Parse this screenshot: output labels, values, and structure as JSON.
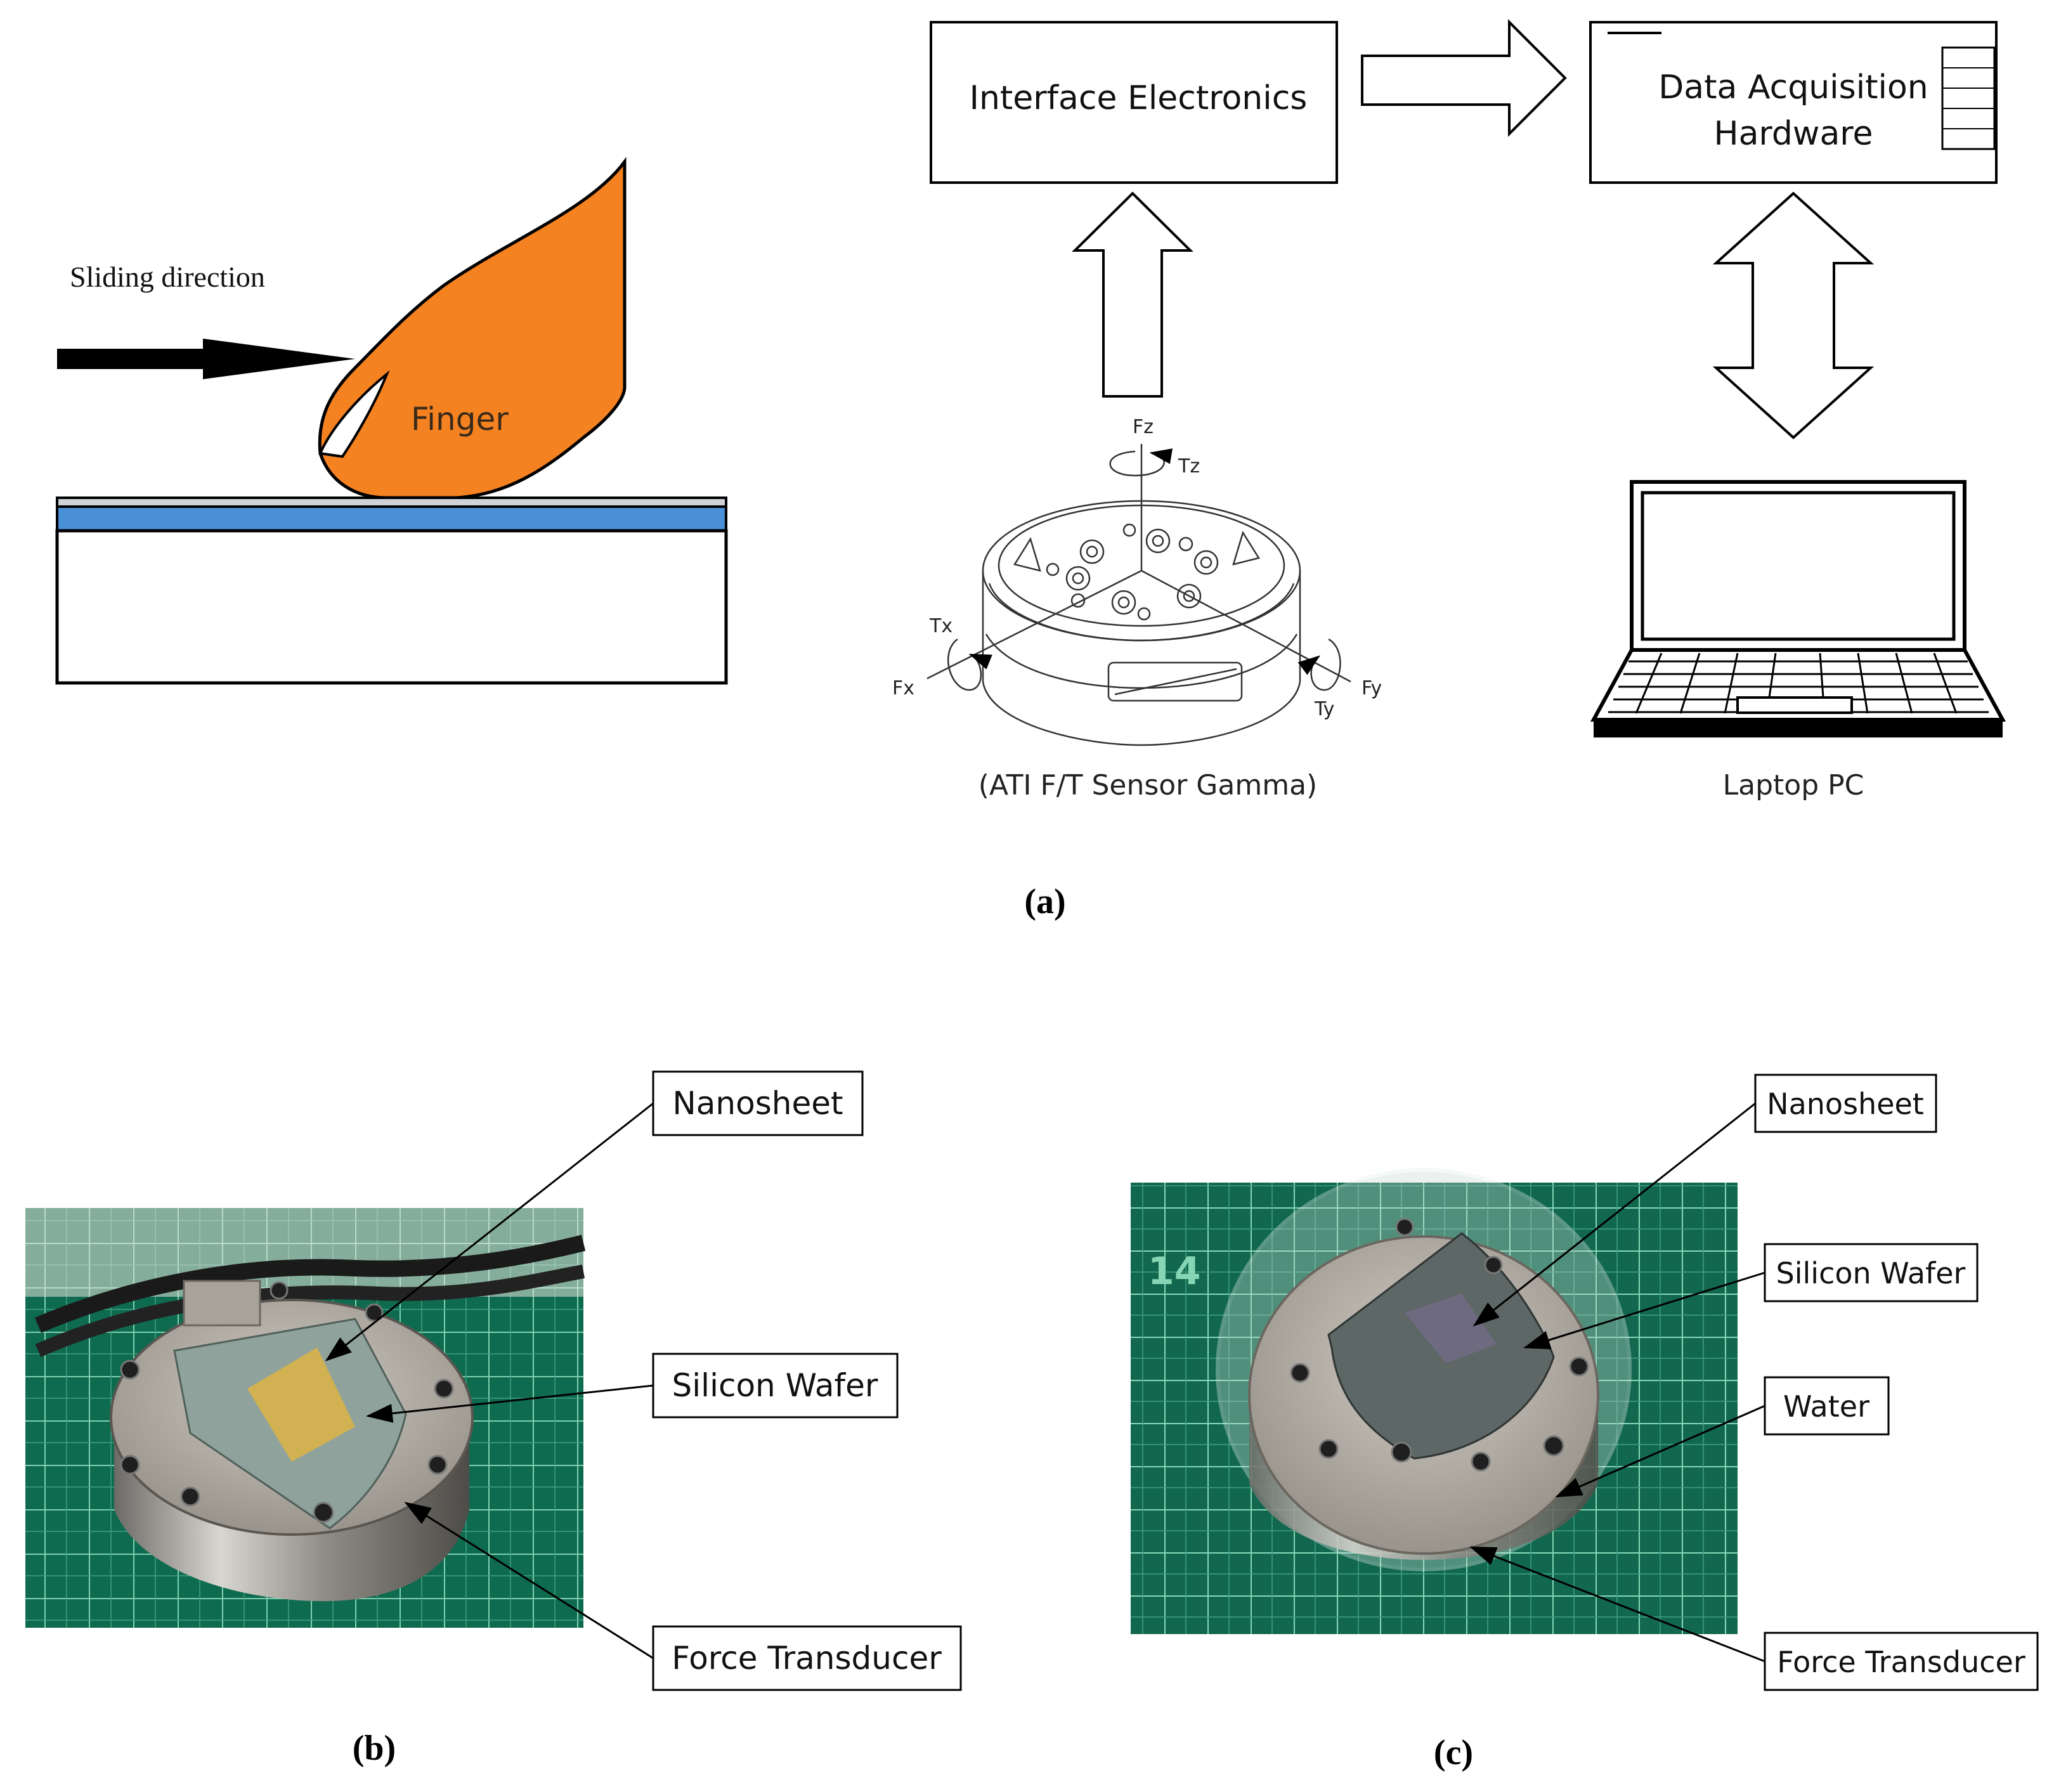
{
  "panel_a": {
    "sliding_label": "Sliding direction",
    "finger_label": "Finger",
    "interface_label": "Interface Electronics",
    "daq_label_line1": "Data Acquisition",
    "daq_label_line2": "Hardware",
    "sensor_caption": "(ATI F/T Sensor Gamma)",
    "laptop_caption": "Laptop PC",
    "axes": {
      "fz": "Fz",
      "tz": "Tz",
      "tx": "Tx",
      "fx": "Fx",
      "fy": "Fy",
      "ty": "Ty"
    },
    "caption": "(a)"
  },
  "panel_b": {
    "nanosheet_label": "Nanosheet",
    "wafer_label": "Silicon Wafer",
    "transducer_label": "Force Transducer",
    "mat_number": "",
    "caption": "(b)"
  },
  "panel_c": {
    "nanosheet_label": "Nanosheet",
    "wafer_label": "Silicon Wafer",
    "water_label": "Water",
    "transducer_label": "Force Transducer",
    "mat_number": "14",
    "caption": "(c)"
  },
  "colors": {
    "finger": "#f58220",
    "coating": "#4a90d9",
    "mat_green": "#0f6b4f",
    "mat_grid": "#7fd0b0",
    "steel": "#b8b4ae",
    "wafer_b": "#8fa39c",
    "nanosheet_b": "#d8b24a",
    "wafer_c": "#5d6766",
    "nanosheet_c": "#6e6a80"
  },
  "icons": [
    "arrow-right-icon",
    "sensor-icon",
    "laptop-icon",
    "double-arrow-icon"
  ]
}
